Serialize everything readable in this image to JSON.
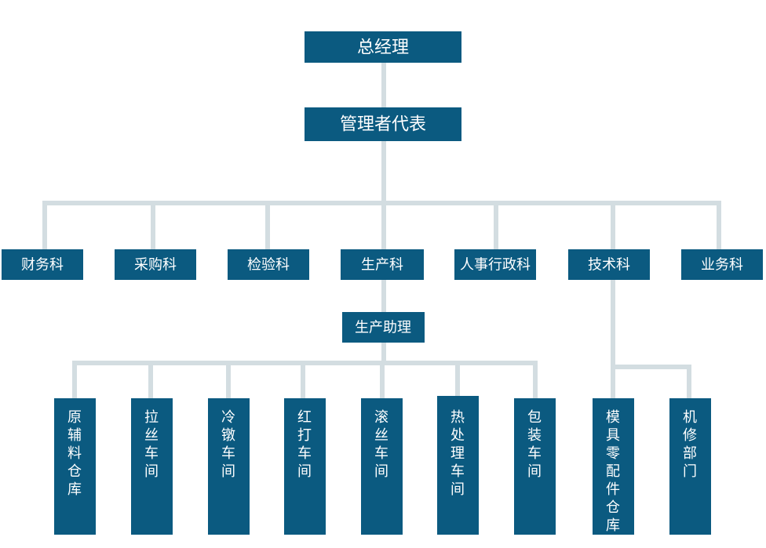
{
  "org": {
    "top": "总经理",
    "rep": "管理者代表",
    "departments": [
      "财务科",
      "采购科",
      "检验科",
      "生产科",
      "人事行政科",
      "技术科",
      "业务科"
    ],
    "production_assistant": "生产助理",
    "production_units": [
      "原辅料仓库",
      "拉丝车间",
      "冷镦车间",
      "红打车间",
      "滚丝车间",
      "热处理车间",
      "包装车间"
    ],
    "tech_units": [
      "模具零配件仓库",
      "机修部门"
    ]
  },
  "colors": {
    "box": "#0b5a80",
    "connector": "#d3dde1",
    "text": "#ffffff"
  }
}
